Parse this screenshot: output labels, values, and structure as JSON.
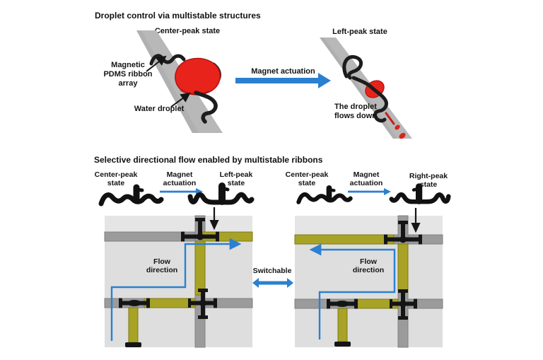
{
  "figure": {
    "top_panel": {
      "title": "Droplet control via multistable structures",
      "left_diagram": {
        "state_label": "Center-peak state",
        "ribbon_label": [
          "Magnetic",
          "PDMS ribbon",
          "array"
        ],
        "droplet_label": "Water droplet"
      },
      "actuation_label": "Magnet actuation",
      "right_diagram": {
        "state_label": "Left-peak state",
        "caption": [
          "The droplet",
          "flows down"
        ]
      }
    },
    "bottom_panel": {
      "title": "Selective directional flow enabled by multistable ribbons",
      "switchable_label": "Switchable",
      "left_figure": {
        "start_state": [
          "Center-peak",
          "state"
        ],
        "actuation": [
          "Magnet",
          "actuation"
        ],
        "end_state": [
          "Left-peak",
          "state"
        ],
        "flow_label": [
          "Flow",
          "direction"
        ]
      },
      "right_figure": {
        "start_state": [
          "Center-peak",
          "state"
        ],
        "actuation": [
          "Magnet",
          "actuation"
        ],
        "end_state": [
          "Right-peak",
          "state"
        ],
        "flow_label": [
          "Flow",
          "direction"
        ]
      }
    },
    "colors": {
      "arrow_blue": "#2b80d0",
      "droplet_red": "#e8231c",
      "channel_yellow": "#a8a226",
      "channel_gray": "#9b9b9b",
      "ramp_gray": "#b8b8b8",
      "ribbon_black": "#1c1c1c",
      "grid_background": "#dedede"
    }
  }
}
